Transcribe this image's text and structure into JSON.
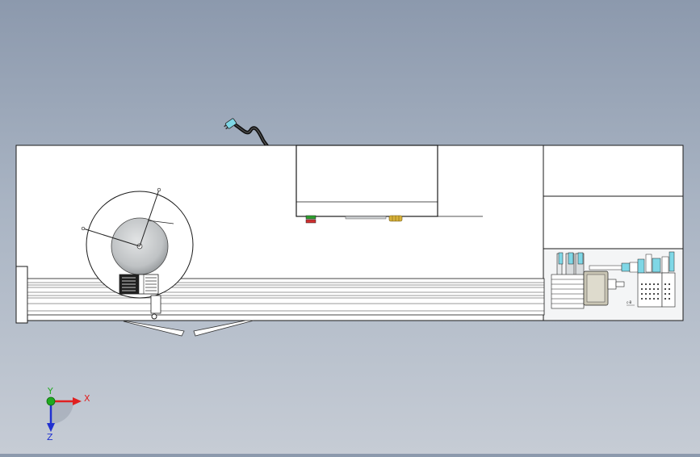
{
  "viewport": {
    "background_top": "#8c99ad",
    "background_bottom": "#c6ccd5"
  },
  "triad": {
    "x_label": "X",
    "y_label": "Y",
    "z_label": "Z",
    "x_color": "#e02020",
    "y_color": "#1faa1f",
    "z_color": "#2030d0"
  },
  "machine": {
    "panel_color": "#ffffff",
    "line_color": "#1a1a1a",
    "reel_disc_color": "#bfc2c4",
    "button_green": "#2ca02c",
    "button_red": "#d03030",
    "knob_yellow": "#d7b13a",
    "fitting_cyan": "#7fd7e6",
    "scale_marker": "c-B"
  }
}
